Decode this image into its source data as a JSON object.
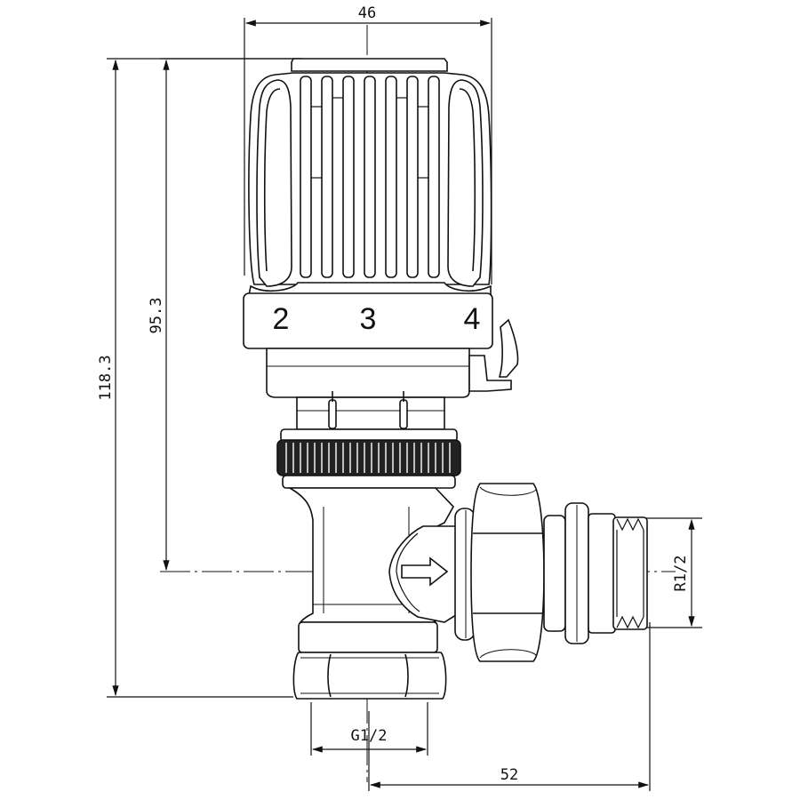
{
  "dimensions": {
    "width_top": "46",
    "height_total": "118.3",
    "height_axis": "95.3",
    "inlet_thread": "G1/2",
    "outlet_thread": "R1/2",
    "offset": "52"
  },
  "scale_marks": [
    "2",
    "3",
    "4"
  ]
}
